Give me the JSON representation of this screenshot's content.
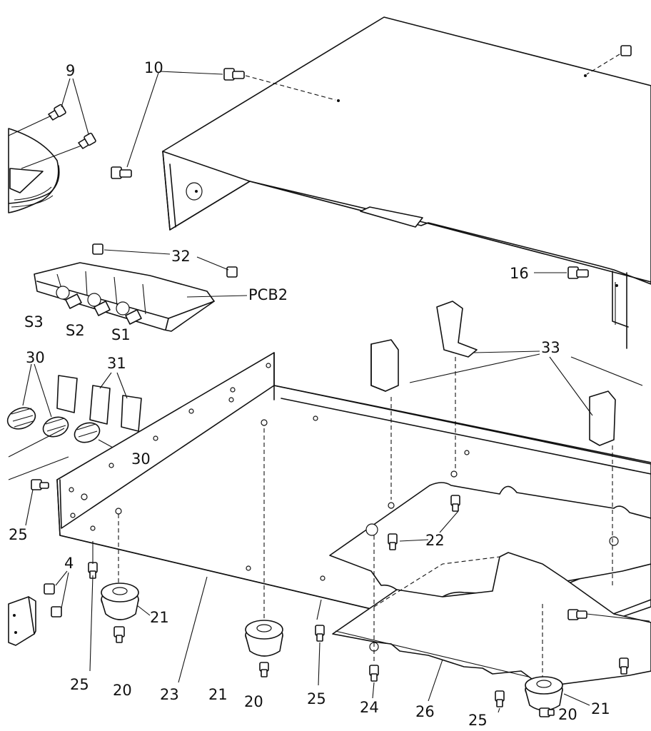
{
  "callouts": {
    "c9": "9",
    "c10": "10",
    "c32": "32",
    "cPCB2": "PCB2",
    "cS3": "S3",
    "cS2": "S2",
    "cS1": "S1",
    "c16": "16",
    "c30a": "30",
    "c31": "31",
    "c30b": "30",
    "c33": "33",
    "c25a": "25",
    "c22": "22",
    "c4": "4",
    "c21a": "21",
    "c25b": "25",
    "c20a": "20",
    "c23": "23",
    "c21b": "21",
    "c20b": "20",
    "c25c": "25",
    "c24": "24",
    "c26": "26",
    "c25d": "25",
    "c20c": "20",
    "c21c": "21"
  }
}
